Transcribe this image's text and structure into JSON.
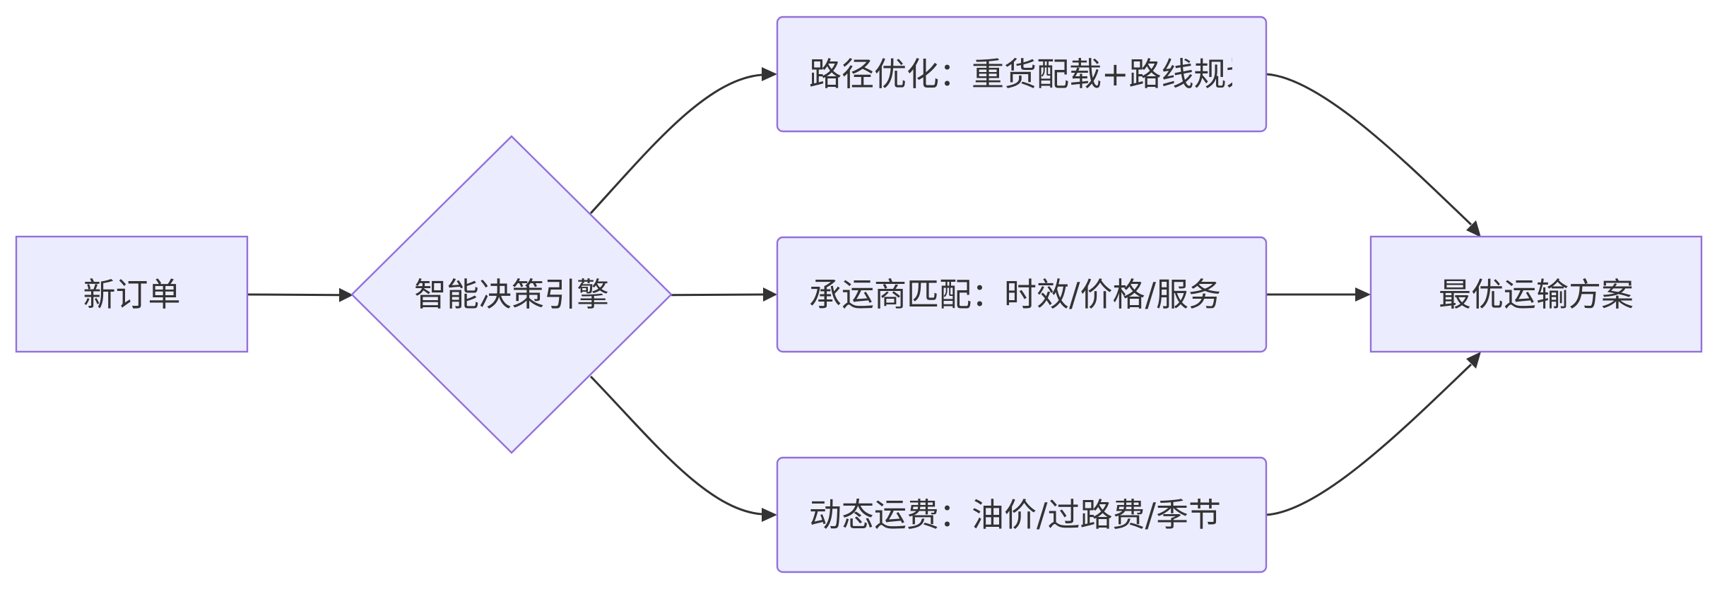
{
  "diagram": {
    "nodes": {
      "new_order": {
        "label": "新订单"
      },
      "decision_engine": {
        "label": "智能决策引擎"
      },
      "route_opt": {
        "label": "路径优化：重货配载+路线规划"
      },
      "carrier_match": {
        "label": "承运商匹配：时效/价格/服务"
      },
      "dynamic_freight": {
        "label": "动态运费：油价/过路费/季节"
      },
      "best_plan": {
        "label": "最优运输方案"
      }
    },
    "edges": [
      {
        "from": "新订单",
        "to": "智能决策引擎"
      },
      {
        "from": "智能决策引擎",
        "to": "路径优化：重货配载+路线规划"
      },
      {
        "from": "智能决策引擎",
        "to": "承运商匹配：时效/价格/服务"
      },
      {
        "from": "智能决策引擎",
        "to": "动态运费：油价/过路费/季节"
      },
      {
        "from": "路径优化：重货配载+路线规划",
        "to": "最优运输方案"
      },
      {
        "from": "承运商匹配：时效/价格/服务",
        "to": "最优运输方案"
      },
      {
        "from": "动态运费：油价/过路费/季节",
        "to": "最优运输方案"
      }
    ]
  }
}
